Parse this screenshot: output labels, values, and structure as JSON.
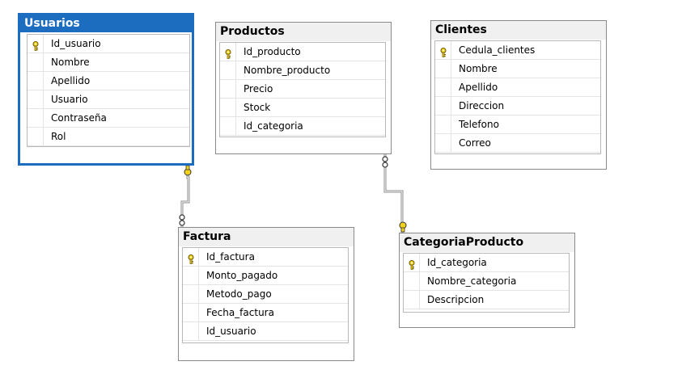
{
  "diagram": {
    "tables": [
      {
        "id": "usuarios",
        "name": "Usuarios",
        "selected": true,
        "columns": [
          {
            "name": "Id_usuario",
            "pk": true
          },
          {
            "name": "Nombre",
            "pk": false
          },
          {
            "name": "Apellido",
            "pk": false
          },
          {
            "name": "Usuario",
            "pk": false
          },
          {
            "name": "Contraseña",
            "pk": false
          },
          {
            "name": "Rol",
            "pk": false
          }
        ]
      },
      {
        "id": "productos",
        "name": "Productos",
        "selected": false,
        "columns": [
          {
            "name": "Id_producto",
            "pk": true
          },
          {
            "name": "Nombre_producto",
            "pk": false
          },
          {
            "name": "Precio",
            "pk": false
          },
          {
            "name": "Stock",
            "pk": false
          },
          {
            "name": "Id_categoria",
            "pk": false
          }
        ]
      },
      {
        "id": "clientes",
        "name": "Clientes",
        "selected": false,
        "columns": [
          {
            "name": "Cedula_clientes",
            "pk": true
          },
          {
            "name": "Nombre",
            "pk": false
          },
          {
            "name": "Apellido",
            "pk": false
          },
          {
            "name": "Direccion",
            "pk": false
          },
          {
            "name": "Telefono",
            "pk": false
          },
          {
            "name": "Correo",
            "pk": false
          }
        ]
      },
      {
        "id": "factura",
        "name": "Factura",
        "selected": false,
        "columns": [
          {
            "name": "Id_factura",
            "pk": true
          },
          {
            "name": "Monto_pagado",
            "pk": false
          },
          {
            "name": "Metodo_pago",
            "pk": false
          },
          {
            "name": "Fecha_factura",
            "pk": false
          },
          {
            "name": "Id_usuario",
            "pk": false
          }
        ]
      },
      {
        "id": "categoriaproducto",
        "name": "CategoriaProducto",
        "selected": false,
        "columns": [
          {
            "name": "Id_categoria",
            "pk": true
          },
          {
            "name": "Nombre_categoria",
            "pk": false
          },
          {
            "name": "Descripcion",
            "pk": false
          }
        ]
      }
    ],
    "relationships": [
      {
        "one": "usuarios",
        "many": "factura"
      },
      {
        "one": "categoriaproducto",
        "many": "productos"
      }
    ]
  },
  "colors": {
    "selected_header": "#1c6cc0",
    "header": "#f0f0f0",
    "key_icon": "#f2d11a",
    "connector": "#8c8c8c"
  }
}
